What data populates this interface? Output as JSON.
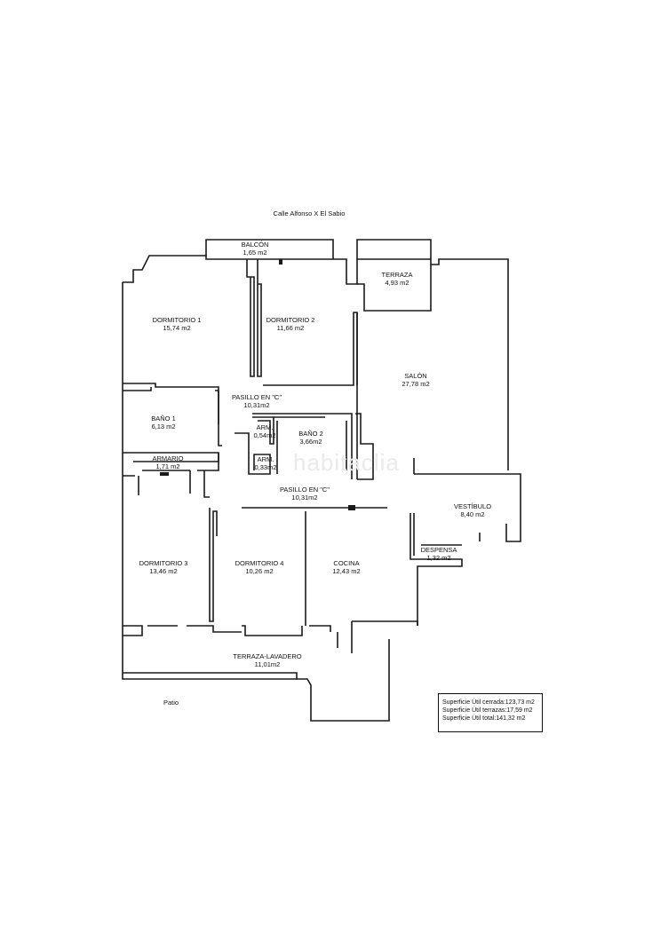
{
  "street": "Calle Alfonso X El Sabio",
  "patio": "Patio",
  "watermark": "habitaclia",
  "rooms": [
    {
      "id": "balcon",
      "name": "BALCÓN",
      "area": "1,65 m2"
    },
    {
      "id": "terraza",
      "name": "TERRAZA",
      "area": "4,93 m2"
    },
    {
      "id": "dorm1",
      "name": "DORMITORIO 1",
      "area": "15,74 m2"
    },
    {
      "id": "dorm2",
      "name": "DORMITORIO 2",
      "area": "11,66 m2"
    },
    {
      "id": "salon",
      "name": "SALÓN",
      "area": "27,78 m2"
    },
    {
      "id": "pasillo1",
      "name": "PASILLO EN \"C\"",
      "area": "10,31m2"
    },
    {
      "id": "bano1",
      "name": "BAÑO 1",
      "area": "6,13 m2"
    },
    {
      "id": "arm1",
      "name": "ARM.",
      "area": "0,54m2"
    },
    {
      "id": "bano2",
      "name": "BAÑO 2",
      "area": "3,66m2"
    },
    {
      "id": "armario",
      "name": "ARMARIO",
      "area": "1,71 m2"
    },
    {
      "id": "arm2",
      "name": "ARM.",
      "area": "0,33m2"
    },
    {
      "id": "pasillo2",
      "name": "PASILLO EN \"C\"",
      "area": "10,31m2"
    },
    {
      "id": "vestibulo",
      "name": "VESTÍBULO",
      "area": "8,40 m2"
    },
    {
      "id": "despensa",
      "name": "DESPENSA",
      "area": "1,32 m2"
    },
    {
      "id": "dorm3",
      "name": "DORMITORIO 3",
      "area": "13,46 m2"
    },
    {
      "id": "dorm4",
      "name": "DORMITORIO 4",
      "area": "10,26 m2"
    },
    {
      "id": "cocina",
      "name": "COCINA",
      "area": "12,43 m2"
    },
    {
      "id": "lavadero",
      "name": "TERRAZA-LAVADERO",
      "area": "11,01m2"
    }
  ],
  "summary": {
    "line1": "Superficie Útil cerrada:123,73 m2",
    "line2": "Superficie Útil terrazas:17,59 m2",
    "line3": "Superficie Útil total:141,32 m2"
  }
}
